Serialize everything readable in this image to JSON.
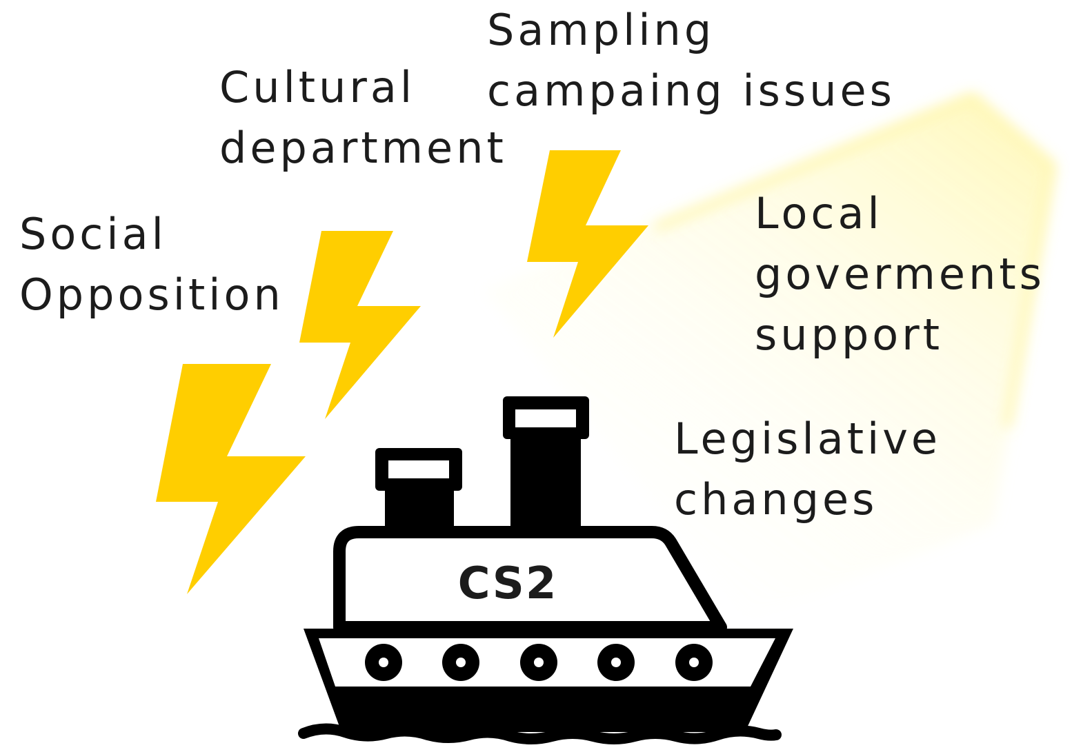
{
  "labels": {
    "social_opposition": [
      "Social",
      "Opposition"
    ],
    "cultural_department": [
      "Cultural",
      "department"
    ],
    "sampling_issues": [
      "Sampling",
      "campaing issues"
    ],
    "local_governments": [
      "Local",
      "goverments",
      "support"
    ],
    "legislative_changes": [
      "Legislative",
      "changes"
    ]
  },
  "ship": {
    "name": "CS2"
  },
  "colors": {
    "lightning": "#FFCE00",
    "ink": "#000000",
    "light_beam": "#FFF59A"
  },
  "icons": [
    "lightning-bolt-icon",
    "ship-icon",
    "light-beam"
  ]
}
